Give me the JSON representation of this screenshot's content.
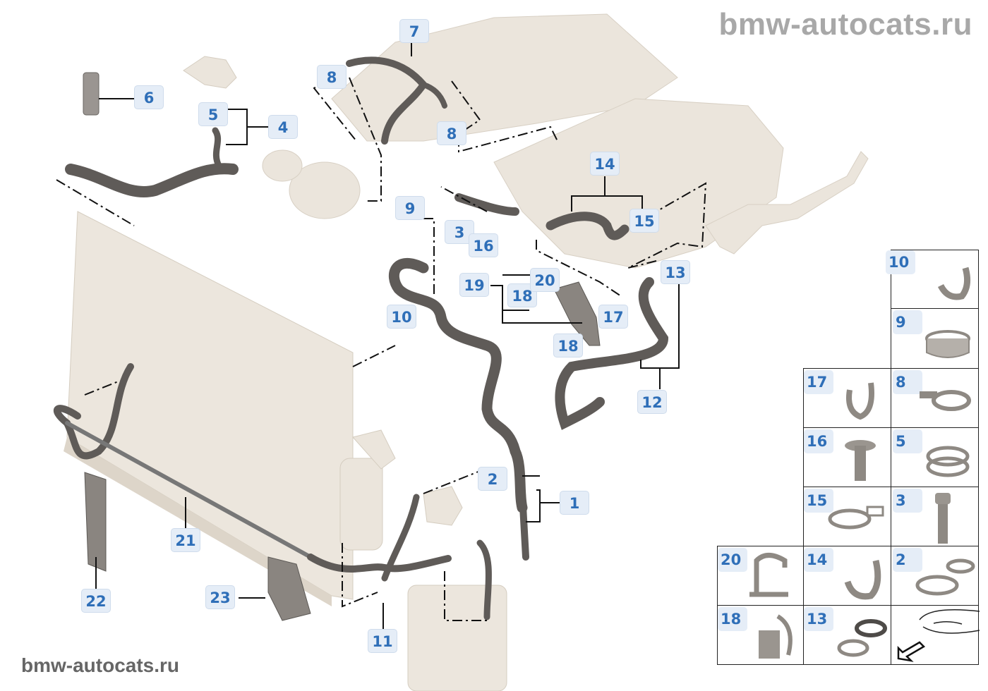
{
  "watermarks": {
    "top": "bmw-autocats.ru",
    "bottom": "bmw-autocats.ru"
  },
  "colors": {
    "label_text": "#2f6fb8",
    "label_bg": "#e5edf7",
    "hose": "#5f5b58",
    "engine": "#e8e1d6",
    "leader": "#111111"
  },
  "callouts": [
    {
      "id": "c1",
      "num": "1"
    },
    {
      "id": "c2",
      "num": "2"
    },
    {
      "id": "c3",
      "num": "3"
    },
    {
      "id": "c4",
      "num": "4"
    },
    {
      "id": "c5",
      "num": "5"
    },
    {
      "id": "c6",
      "num": "6"
    },
    {
      "id": "c7",
      "num": "7"
    },
    {
      "id": "c8a",
      "num": "8"
    },
    {
      "id": "c8b",
      "num": "8"
    },
    {
      "id": "c9",
      "num": "9"
    },
    {
      "id": "c10",
      "num": "10"
    },
    {
      "id": "c11",
      "num": "11"
    },
    {
      "id": "c12",
      "num": "12"
    },
    {
      "id": "c13",
      "num": "13"
    },
    {
      "id": "c14",
      "num": "14"
    },
    {
      "id": "c15",
      "num": "15"
    },
    {
      "id": "c16",
      "num": "16"
    },
    {
      "id": "c17",
      "num": "17"
    },
    {
      "id": "c18a",
      "num": "18"
    },
    {
      "id": "c18b",
      "num": "18"
    },
    {
      "id": "c19",
      "num": "19"
    },
    {
      "id": "c20",
      "num": "20"
    },
    {
      "id": "c21",
      "num": "21"
    },
    {
      "id": "c22",
      "num": "22"
    },
    {
      "id": "c23",
      "num": "23"
    }
  ],
  "parts_grid": [
    {
      "num": "10",
      "icon": "hose-clip"
    },
    {
      "num": "9",
      "icon": "hose-clamp"
    },
    {
      "num": "17",
      "icon": "hose-clip"
    },
    {
      "num": "8",
      "icon": "spring-clamp"
    },
    {
      "num": "16",
      "icon": "hex-bolt-collar"
    },
    {
      "num": "5",
      "icon": "spring-clamp"
    },
    {
      "num": "15",
      "icon": "spring-clamp"
    },
    {
      "num": "3",
      "icon": "hex-bolt"
    },
    {
      "num": "20",
      "icon": "bracket-clip"
    },
    {
      "num": "14",
      "icon": "hose-clip"
    },
    {
      "num": "2",
      "icon": "double-clamp"
    },
    {
      "num": "18",
      "icon": "bracket-clip"
    },
    {
      "num": "13",
      "icon": "double-clamp"
    },
    {
      "num": "",
      "icon": "vehicle-front-arrow"
    }
  ]
}
